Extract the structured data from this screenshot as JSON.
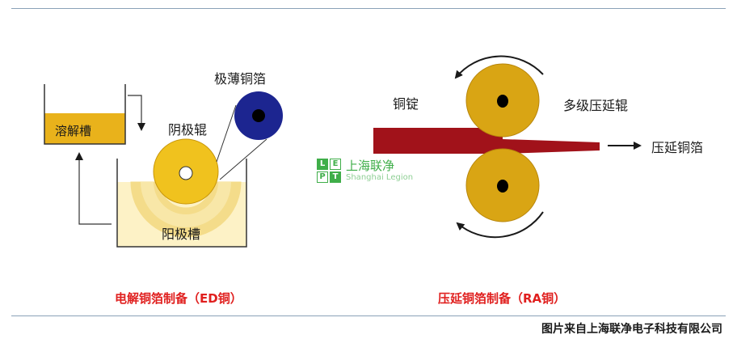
{
  "ed_diagram": {
    "dissolving_tank": "溶解槽",
    "cathode_roller": "阴极辊",
    "ultrathin_foil": "极薄铜箔",
    "anode_tank": "阳极槽",
    "caption": "电解铜箔制备（ED铜）"
  },
  "ra_diagram": {
    "ingot": "铜锭",
    "rollers": "多级压延辊",
    "output": "压延铜箔",
    "caption": "压延铜箔制备（RA铜）"
  },
  "watermark": {
    "letters": [
      "L",
      "E",
      "P",
      "T"
    ],
    "name_cn": "上海联净",
    "name_en": "Shanghai Legion"
  },
  "credit": "图片来自上海联净电子科技有限公司",
  "colors": {
    "gold": "#d9a514",
    "roller_gold": "#f0c21e",
    "liquid": "#fdf2c6",
    "navy": "#1c2590",
    "ingot_red": "#a1121a",
    "caption_red": "#e0201f",
    "rule": "#8aa2b8"
  }
}
